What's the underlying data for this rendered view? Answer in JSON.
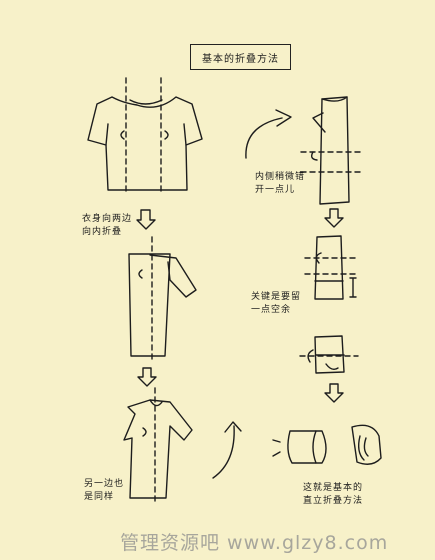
{
  "title": "基本的折叠方法",
  "notes": {
    "step_right_1": "内侧稍微错\n开一点儿",
    "step_left_2": "衣身向两边\n向内折叠",
    "step_right_3": "关键是要留\n一点空余",
    "step_left_4": "另一边也\n是同样",
    "step_right_5": "这就是基本的\n直立折叠方法"
  },
  "watermark": "管理资源吧 www.glzy8.com",
  "colors": {
    "background": "#f7f1c9",
    "ink": "#1d1d1d"
  }
}
